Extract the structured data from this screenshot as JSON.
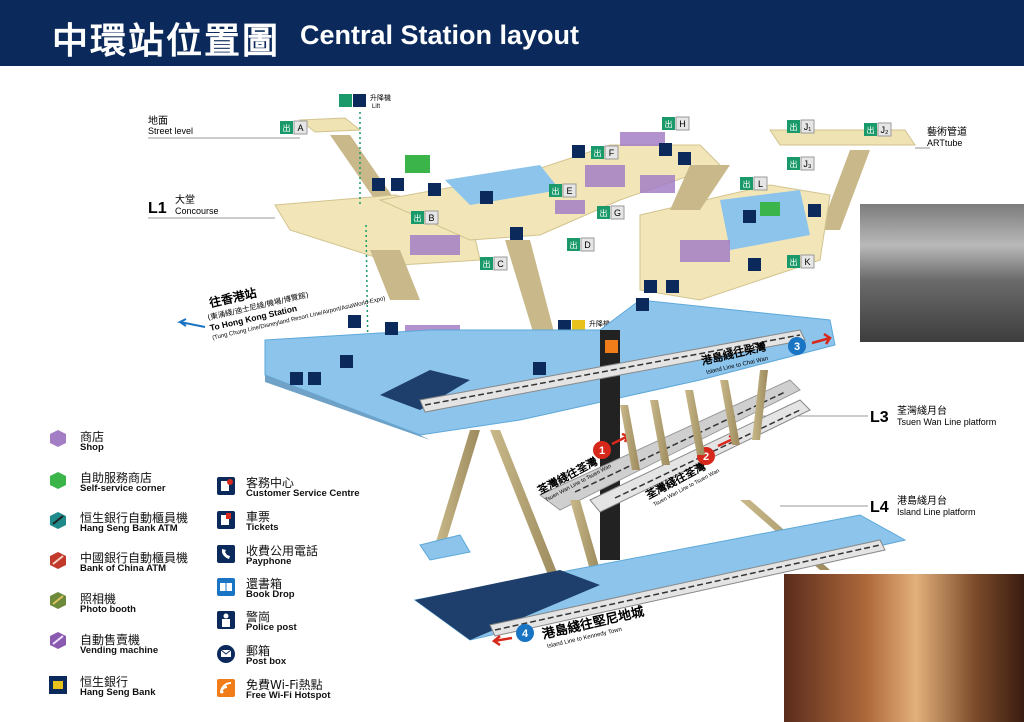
{
  "header": {
    "title_zh": "中環站位置圖",
    "title_en": "Central Station layout"
  },
  "levels": {
    "street": {
      "zh": "地面",
      "en": "Street level"
    },
    "l1": {
      "code": "L1",
      "zh": "大堂",
      "en": "Concourse"
    },
    "l3": {
      "code": "L3",
      "zh": "荃灣綫月台",
      "en": "Tsuen Wan Line platform"
    },
    "l4": {
      "code": "L4",
      "zh": "港島綫月台",
      "en": "Island Line platform"
    },
    "artube": {
      "zh": "藝術管道",
      "en": "ARTtube"
    }
  },
  "exits": [
    "A",
    "B",
    "C",
    "D",
    "E",
    "F",
    "G",
    "H",
    "J1",
    "J2",
    "J3",
    "K",
    "L"
  ],
  "exit_labels": {
    "A": "A",
    "B": "B",
    "C": "C",
    "D": "D",
    "E": "E",
    "F": "F",
    "G": "G",
    "H": "H",
    "J1": "J₁",
    "J2": "J₂",
    "J3": "J₃",
    "K": "K",
    "L": "L"
  },
  "exit_tag": "出",
  "lift": {
    "zh": "升降機",
    "en": "Lift"
  },
  "directions": {
    "hk_station_zh": "往香港站",
    "hk_station_sub_zh": "(東涌綫/迪士尼綫/機場/博覽館)",
    "hk_station_en": "To Hong Kong Station",
    "hk_station_sub_en": "(Tung Chung Line/Disneyland Resort Line/Airport/AsiaWorld-Expo)"
  },
  "platforms": [
    {
      "id": "3",
      "zh": "港島綫往柴灣",
      "en": "Island Line to Chai Wan",
      "color": "#1a74c4"
    },
    {
      "id": "1",
      "zh": "荃灣綫往荃灣",
      "en": "Tsuen Wan Line to Tsuen Wan",
      "color": "#d7281c"
    },
    {
      "id": "2",
      "zh": "荃灣綫往荃灣",
      "en": "Tsuen Wan Line to Tsuen Wan",
      "color": "#d7281c"
    },
    {
      "id": "4",
      "zh": "港島綫往堅尼地城",
      "en": "Island Line to Kennedy Town",
      "color": "#1a74c4"
    }
  ],
  "legend_left": [
    {
      "icon": "shop-icon",
      "zh": "商店",
      "en": "Shop",
      "color": "#a37ec5"
    },
    {
      "icon": "self-service-icon",
      "zh": "自助服務商店",
      "en": "Self-service corner",
      "color": "#3bb54a"
    },
    {
      "icon": "hang-seng-atm-icon",
      "zh": "恒生銀行自動櫃員機",
      "en": "Hang Seng Bank ATM",
      "color": "#1f8a8a"
    },
    {
      "icon": "boc-atm-icon",
      "zh": "中國銀行自動櫃員機",
      "en": "Bank of China ATM",
      "color": "#c0392b"
    },
    {
      "icon": "photo-booth-icon",
      "zh": "照相機",
      "en": "Photo booth",
      "color": "#6d8a3a"
    },
    {
      "icon": "vending-machine-icon",
      "zh": "自動售賣機",
      "en": "Vending machine",
      "color": "#8a5ab0"
    },
    {
      "icon": "hang-seng-bank-icon",
      "zh": "恒生銀行",
      "en": "Hang Seng Bank",
      "color": "#0b2a5b"
    }
  ],
  "legend_right": [
    {
      "icon": "customer-service-icon",
      "zh": "客務中心",
      "en": "Customer Service Centre"
    },
    {
      "icon": "tickets-icon",
      "zh": "車票",
      "en": "Tickets"
    },
    {
      "icon": "payphone-icon",
      "zh": "收費公用電話",
      "en": "Payphone"
    },
    {
      "icon": "book-drop-icon",
      "zh": "還書箱",
      "en": "Book Drop"
    },
    {
      "icon": "police-post-icon",
      "zh": "警崗",
      "en": "Police post"
    },
    {
      "icon": "post-box-icon",
      "zh": "郵箱",
      "en": "Post box"
    },
    {
      "icon": "wifi-icon",
      "zh": "免費Wi-Fi熱點",
      "en": "Free Wi-Fi Hotspot"
    }
  ],
  "colors": {
    "header": "#0b2a5b",
    "exit_green": "#1a9a6a",
    "concourse": "#f2e6b8",
    "platform_blue": "#8cc4ec",
    "icon_navy": "#0b2a5b"
  }
}
